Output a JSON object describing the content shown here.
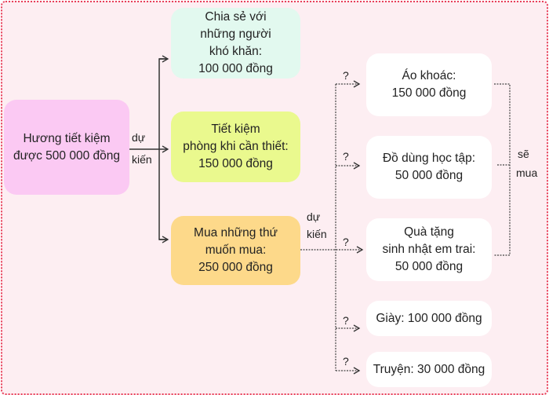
{
  "source": {
    "text": "Hương tiết kiệm\nđược  500 000 đồng",
    "color": "#fbc9f3"
  },
  "plan_label_1": {
    "line1": "dự",
    "line2": "kiến"
  },
  "plans": [
    {
      "text": "Chia sẻ với\nnhững người\nkhó khăn:\n100 000 đồng",
      "color": "#e2f9ef"
    },
    {
      "text": "Tiết kiệm\nphòng khi cần thiết:\n150 000 đồng",
      "color": "#eaf98e"
    },
    {
      "text": "Mua những thứ\nmuốn mua:\n250 000 đồng",
      "color": "#fdd98a"
    }
  ],
  "plan_label_2": {
    "line1": "dự",
    "line2": "kiến"
  },
  "items": [
    {
      "text": "Áo khoác:\n150 000 đồng",
      "mark": "?"
    },
    {
      "text": "Đồ dùng học tập:\n50 000 đồng",
      "mark": "?"
    },
    {
      "text": "Quà tặng\nsinh nhật em trai:\n50 000 đồng",
      "mark": "?"
    },
    {
      "text": "Giày: 100 000 đồng",
      "mark": "?"
    },
    {
      "text": "Truyện: 30 000 đồng",
      "mark": "?"
    }
  ],
  "will_buy": {
    "line1": "sẽ",
    "line2": "mua"
  }
}
